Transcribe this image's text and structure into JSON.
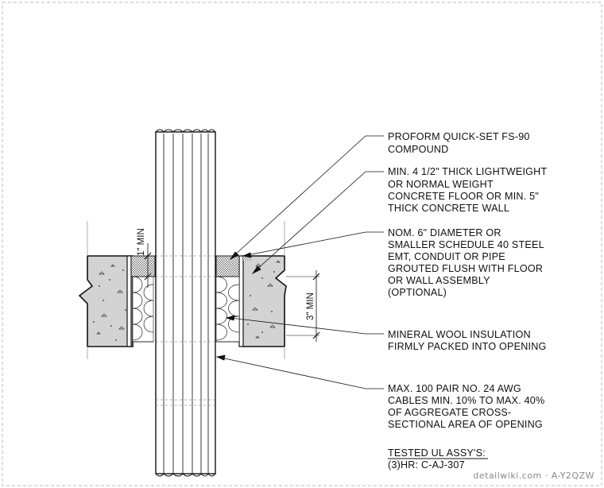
{
  "dimensions": {
    "top_min": "1\" MIN",
    "side_min": "3\" MIN"
  },
  "callouts": [
    {
      "lines": [
        "PROFORM QUICK-SET FS-90",
        "COMPOUND"
      ]
    },
    {
      "lines": [
        "MIN. 4 1/2\" THICK LIGHTWEIGHT",
        "OR NORMAL WEIGHT",
        "CONCRETE FLOOR OR MIN. 5\"",
        "THICK CONCRETE WALL"
      ]
    },
    {
      "lines": [
        "NOM. 6\" DIAMETER OR",
        "SMALLER SCHEDULE 40 STEEL",
        "EMT, CONDUIT OR PIPE",
        "GROUTED FLUSH WITH FLOOR",
        "OR WALL ASSEMBLY",
        "(OPTIONAL)"
      ]
    },
    {
      "lines": [
        "MINERAL WOOL INSULATION",
        "FIRMLY PACKED INTO OPENING"
      ]
    },
    {
      "lines": [
        "MAX. 100 PAIR NO. 24 AWG",
        "CABLES MIN. 10% TO MAX. 40%",
        "OF AGGREGATE CROSS-",
        "SECTIONAL AREA OF OPENING"
      ]
    }
  ],
  "tested": {
    "heading": "TESTED UL ASSY'S:",
    "value": "(3)HR: C-AJ-307"
  },
  "watermark": "detailwiki.com · A-Y2QZW",
  "colors": {
    "line": "#111111",
    "concrete": "#d3d3d3",
    "border": "#bbbbbb"
  }
}
